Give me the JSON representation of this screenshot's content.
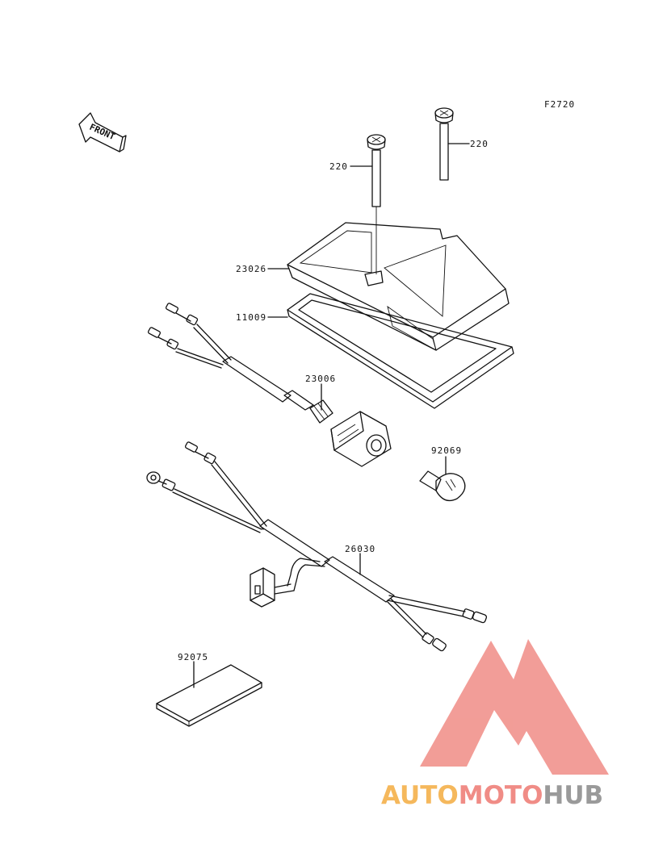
{
  "diagram": {
    "figure_code": "F2720",
    "front_label": "FRONT",
    "parts": [
      {
        "number": "220"
      },
      {
        "number": "220"
      },
      {
        "number": "23026"
      },
      {
        "number": "11009"
      },
      {
        "number": "23006"
      },
      {
        "number": "92069"
      },
      {
        "number": "26030"
      },
      {
        "number": "92075"
      }
    ]
  },
  "watermark": {
    "part1": "AUTO",
    "part2": "MOTO",
    "part3": "HUB",
    "colors": {
      "triangle": "#f08c86",
      "auto": "#f5b85c",
      "moto": "#f08c86",
      "hub": "#9a9a9a"
    }
  }
}
